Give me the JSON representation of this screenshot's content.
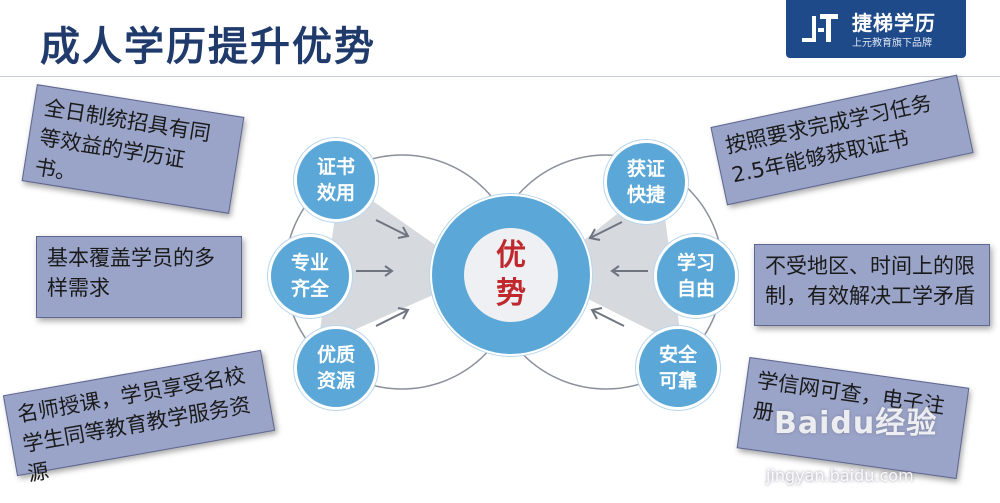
{
  "title": "成人学历提升优势",
  "logo": {
    "name": "捷梯学历",
    "sub": "上元教育旗下品牌"
  },
  "center": "优势",
  "left_circles": [
    "证书效用",
    "专业齐全",
    "优质资源"
  ],
  "right_circles": [
    "获证快捷",
    "学习自由",
    "安全可靠"
  ],
  "left_notes": [
    "全日制统招具有同等效益的学历证书。",
    "基本覆盖学员的多样需求",
    "名师授课，学员享受名校学生同等教育教学服务资源"
  ],
  "right_notes": [
    "按照要求完成学习任务2.5年能够获取证书",
    "不受地区、时间上的限制，有效解决工学矛盾",
    "学信网可查，电子注册"
  ],
  "watermark": {
    "brand": "Baidu经验",
    "url": "jingyan.baidu.com"
  },
  "colors": {
    "circle": "#5aa7d8",
    "note": "#9aa4c9",
    "center_text": "#c0282e",
    "title": "#1f3a6b"
  }
}
